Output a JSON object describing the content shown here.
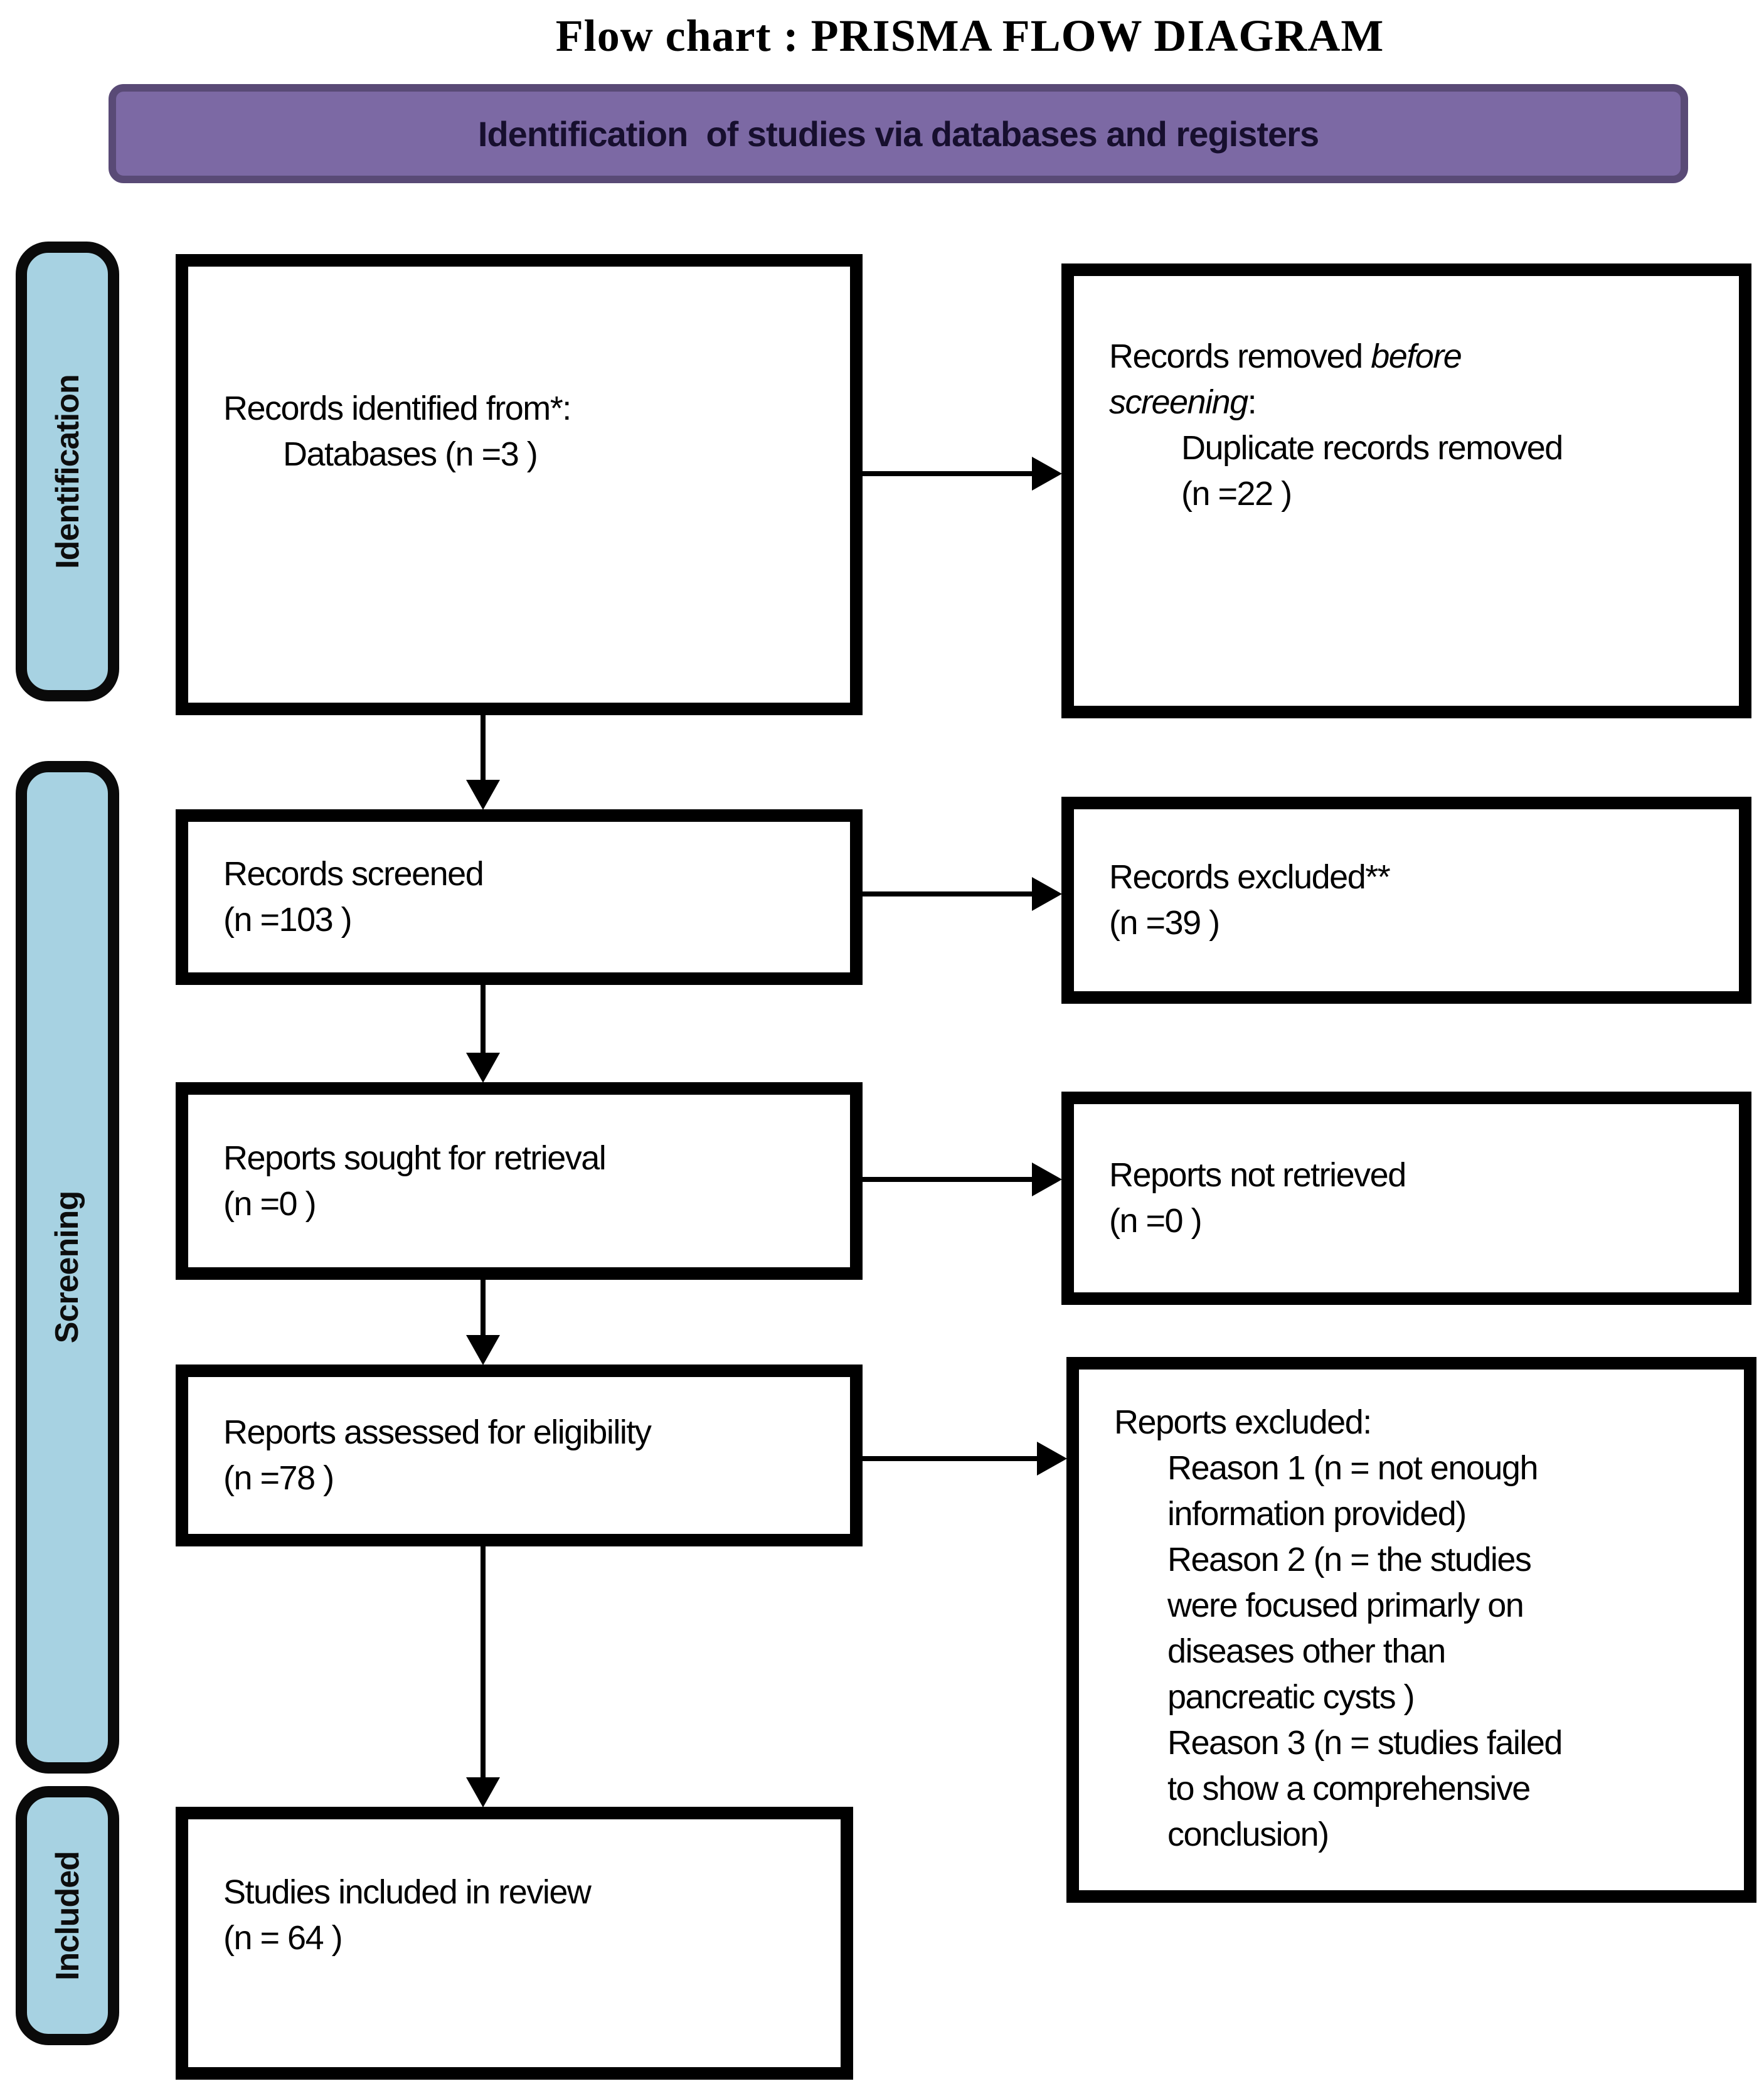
{
  "title": "Flow chart : PRISMA FLOW DIAGRAM",
  "banner": {
    "label": "Identification  of studies via databases and registers"
  },
  "sidebar": {
    "identification": "Identification",
    "screening": "Screening",
    "included": "Included"
  },
  "colors": {
    "banner_fill": "#7c69a4",
    "banner_border": "#594a76",
    "sidebar_fill": "#a7d2e2",
    "box_border": "#000000"
  },
  "boxes": {
    "records_identified": {
      "line1": "Records identified from*:",
      "line2": "Databases (n =3 )"
    },
    "records_removed": {
      "line1_text": "Records removed ",
      "line1_italic": "before",
      "line2_italic": "screening",
      "line2_text": ":",
      "line3": "Duplicate records removed",
      "line4": "(n =22 )"
    },
    "records_screened": {
      "line1": "Records screened",
      "line2": "(n =103 )"
    },
    "records_excluded": {
      "line1": "Records excluded**",
      "line2": "(n =39 )"
    },
    "reports_sought": {
      "line1": "Reports sought for retrieval",
      "line2": "(n =0 )"
    },
    "reports_not_retrieved": {
      "line1": "Reports not retrieved",
      "line2": "(n =0 )"
    },
    "reports_assessed": {
      "line1": "Reports assessed for eligibility",
      "line2": "(n =78 )"
    },
    "reports_excluded": {
      "header": "Reports excluded:",
      "lines": [
        "Reason 1 (n = not enough",
        "information provided)",
        "Reason 2 (n = the studies",
        "were focused primarly on",
        "diseases other than",
        "pancreatic cysts )",
        "Reason 3 (n = studies failed",
        "to show a comprehensive",
        "conclusion)"
      ]
    },
    "studies_included": {
      "line1": "Studies included in review",
      "line2": "(n = 64 )"
    }
  }
}
